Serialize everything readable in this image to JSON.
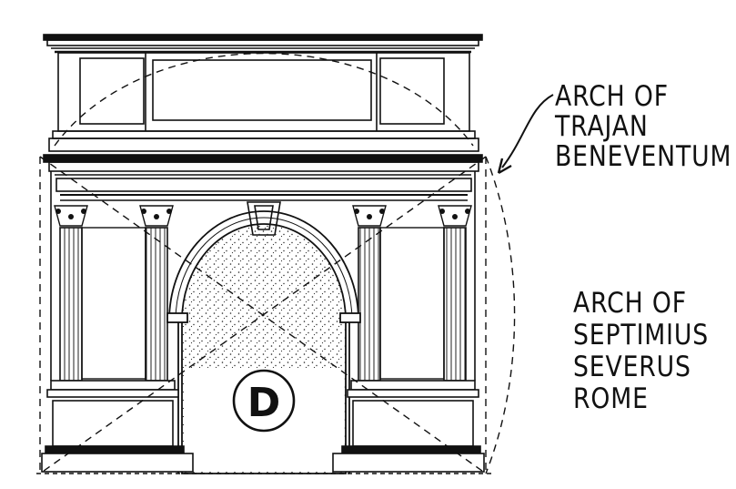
{
  "labels": {
    "trajan": {
      "line1": "ARCH OF",
      "line2": "TRAJAN",
      "line3": "BENEVENTUM"
    },
    "severus": {
      "line1": "ARCH OF",
      "line2": "SEPTIMIUS",
      "line3": "SEVERUS",
      "line4": "ROME"
    }
  },
  "badge": {
    "letter": "D"
  },
  "colors": {
    "ink": "#111111",
    "paper": "#ffffff"
  }
}
